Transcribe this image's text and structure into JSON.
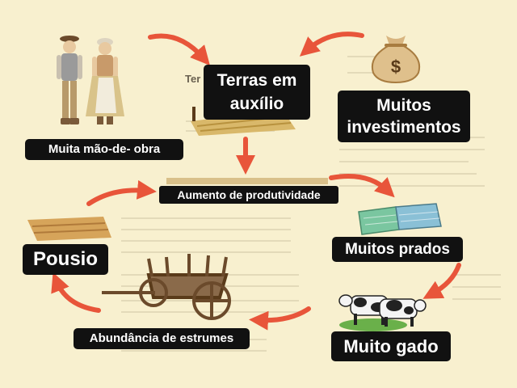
{
  "diagram": {
    "background_color": "#f8f0cf",
    "arrow_color": "#e8553a",
    "label_background": "#111111",
    "label_text_color": "#ffffff",
    "background_text": "Ter",
    "nodes": {
      "terras": "Terras em\nauxílio",
      "investimentos": "Muitos\ninvestimentos",
      "mao_de_obra": "Muita mão-de- obra",
      "produtividade": "Aumento de produtividade",
      "prados": "Muitos prados",
      "pousio": "Pousio",
      "gado": "Muito gado",
      "estrumes": "Abundância de estrumes"
    },
    "icons": [
      "peasant-couple-icon",
      "money-bag-icon",
      "field-icon",
      "meadow-icon",
      "cows-icon",
      "cart-icon"
    ]
  }
}
